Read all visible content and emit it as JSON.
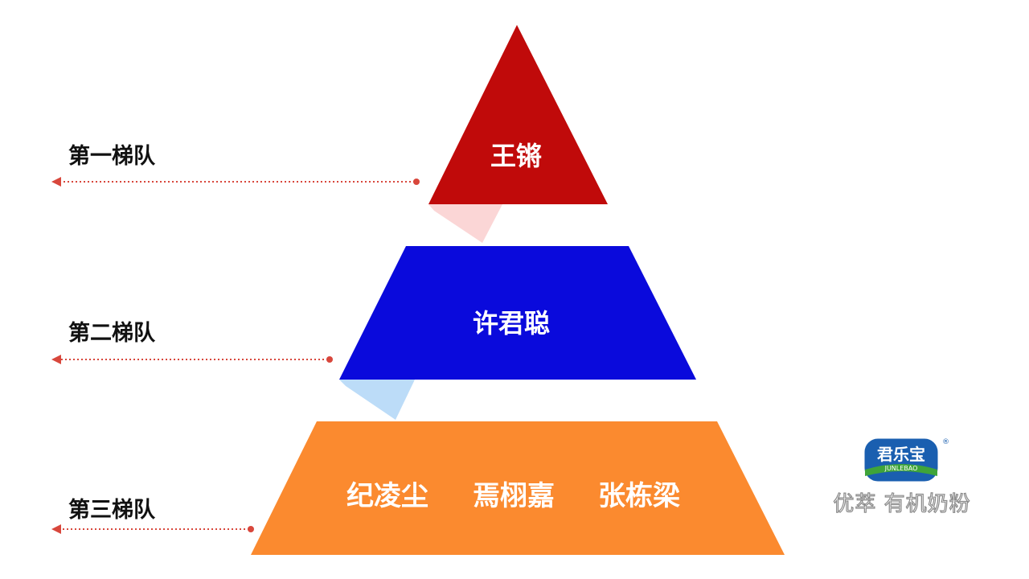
{
  "tiers": [
    {
      "label": "第一梯队",
      "names": [
        "王锵"
      ],
      "color": "#c00a0a",
      "shadow_color": "#fbd6d6"
    },
    {
      "label": "第二梯队",
      "names": [
        "许君聪"
      ],
      "color": "#0a0adc",
      "shadow_color": "#bcdcf8"
    },
    {
      "label": "第三梯队",
      "names": [
        "纪凌尘",
        "焉栩嘉",
        "张栋梁"
      ],
      "color": "#fb8a2f",
      "shadow_color": ""
    }
  ],
  "arrow_color": "#d8473c",
  "logo": {
    "brand": "君乐宝",
    "brand_latin": "JUNLEBAO",
    "registered": "®",
    "slogan": "优萃 有机奶粉",
    "colors": {
      "badge": "#1a5fb0",
      "swoosh": "#3fa43a",
      "slogan_stroke": "#8a8a8a"
    }
  }
}
